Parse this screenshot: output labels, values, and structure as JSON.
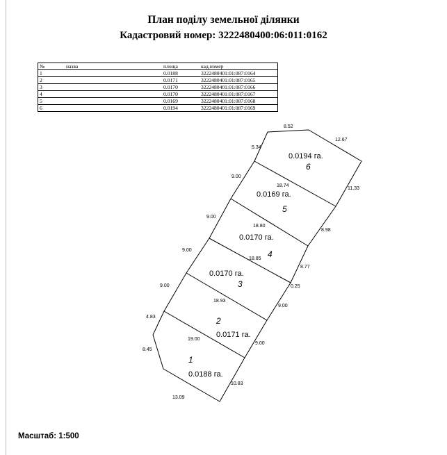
{
  "document": {
    "title": "План поділу земельної ділянки",
    "cadastral_line": "Кадастровий номер: 3222480400:06:011:0162",
    "scale": "Масштаб: 1:500"
  },
  "table": {
    "headers": [
      "№",
      "назва",
      "площа",
      "кад.номер"
    ],
    "rows": [
      {
        "n": "1",
        "name": "",
        "area": "0.0188",
        "cad": "3222480401:01:087:0164"
      },
      {
        "n": "2",
        "name": "",
        "area": "0.0171",
        "cad": "3222480401:01:087:0165"
      },
      {
        "n": "3",
        "name": "",
        "area": "0.0170",
        "cad": "3222480401:01:087:0166"
      },
      {
        "n": "4",
        "name": "",
        "area": "0.0170",
        "cad": "3222480401:01:087:0167"
      },
      {
        "n": "5",
        "name": "",
        "area": "0.0169",
        "cad": "3222480401:01:087:0168"
      },
      {
        "n": "6",
        "name": "",
        "area": "0.0194",
        "cad": "3222480401:01:087:0169"
      }
    ]
  },
  "plan": {
    "parcels": [
      {
        "number": "1",
        "area_label": "0.0188 га."
      },
      {
        "number": "2",
        "area_label": "0.0171 га."
      },
      {
        "number": "3",
        "area_label": "0.0170 га."
      },
      {
        "number": "4",
        "area_label": "0.0170 га."
      },
      {
        "number": "5",
        "area_label": "0.0169 га."
      },
      {
        "number": "6",
        "area_label": "0.0194 га."
      }
    ],
    "dimensions": {
      "top": "8.52",
      "top_right": "12.67",
      "top_left": "5.34",
      "right_6": "11.33",
      "right_5": "8.98",
      "right_4": "8.77",
      "right_jog": "0.25",
      "right_3": "9.00",
      "right_2": "9.00",
      "bottom_right": "10.83",
      "bottom": "13.09",
      "left_lower": "8.45",
      "left_1": "4.83",
      "left_2": "9.00",
      "left_3": "9.00",
      "left_4": "9.00",
      "left_5": "9.00",
      "div_65": "18.74",
      "div_54": "18.80",
      "div_43": "18.85",
      "div_32": "18.93",
      "div_21": "19.00"
    }
  }
}
